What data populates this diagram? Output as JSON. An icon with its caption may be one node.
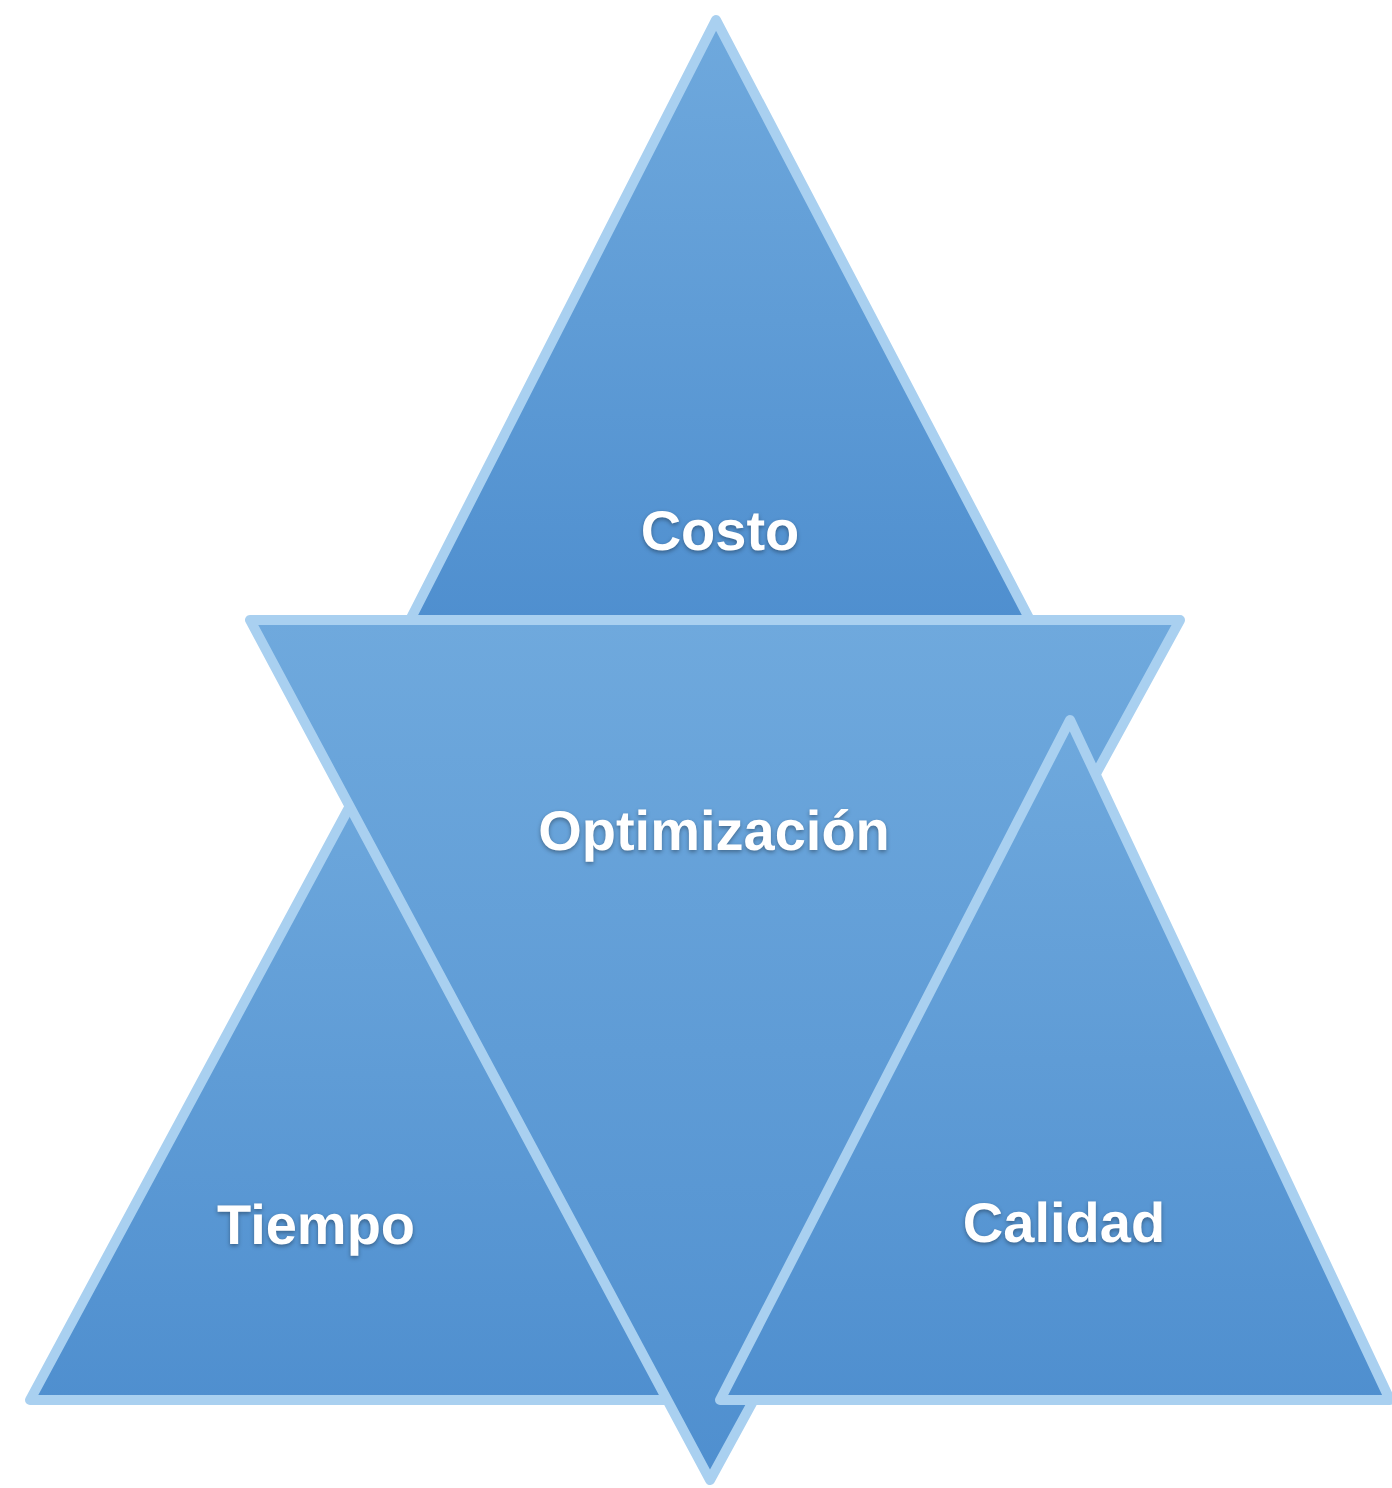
{
  "diagram": {
    "nodes": [
      {
        "text": [
          "Costo"
        ]
      },
      {
        "text": [
          "Optimización"
        ]
      },
      {
        "text": [
          "Tiempo"
        ]
      },
      {
        "text": [
          "Calidad"
        ]
      }
    ]
  }
}
